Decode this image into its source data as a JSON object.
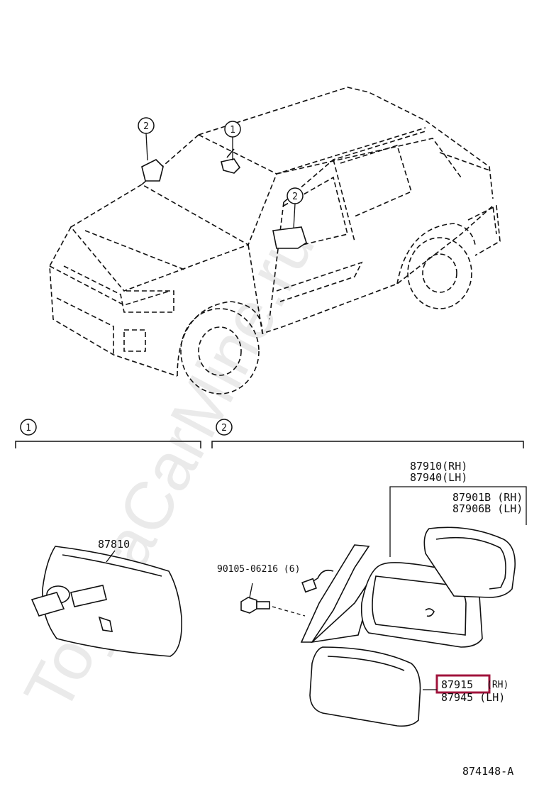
{
  "watermark": "ToyotaCarMine.ru",
  "callouts": {
    "one": "1",
    "two": "2"
  },
  "sections": {
    "left_marker": "1",
    "right_marker": "2"
  },
  "parts": {
    "inner_mirror": "87810",
    "bolt": "90105-06216 (6)",
    "mirror_assy_rh": "87910(RH)",
    "mirror_assy_lh": "87940(LH)",
    "mirror_glass_rh": "87901B (RH)",
    "mirror_glass_lh": "87906B (LH)",
    "cover_rh_code": "87915",
    "cover_rh_side": "(RH)",
    "cover_lh": "87945 (LH)"
  },
  "highlight_color": "#a0143c",
  "figure_id": "874148-A"
}
